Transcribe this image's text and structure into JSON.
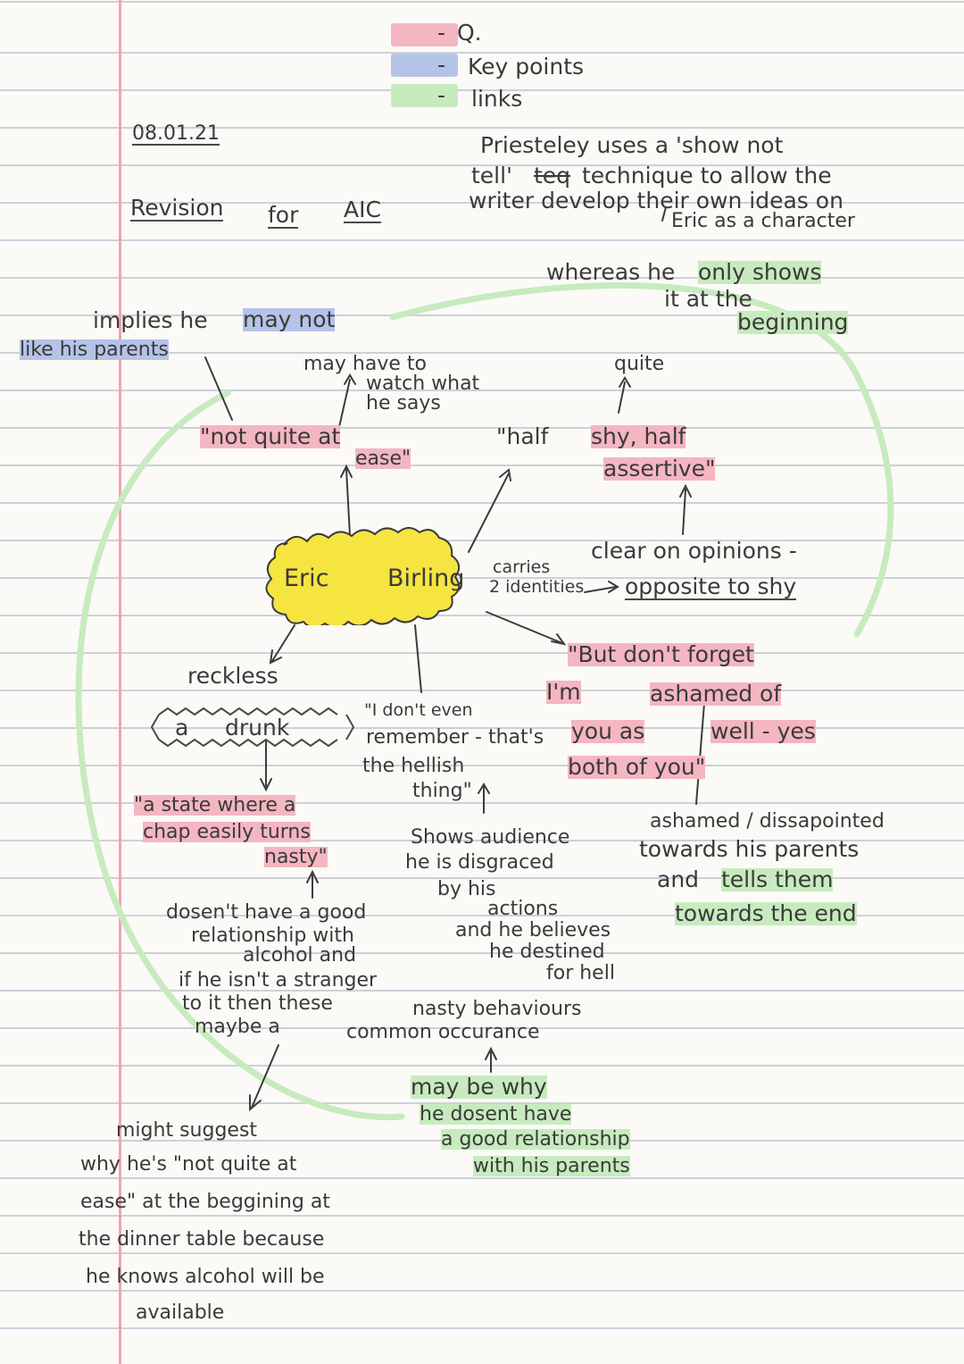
{
  "legend": {
    "items": [
      {
        "dash": "-",
        "label": "Q.",
        "color": "#f4b6c1"
      },
      {
        "dash": "-",
        "label": "Key points",
        "color": "#b6c3e8"
      },
      {
        "dash": "-",
        "label": "links",
        "color": "#c7ebbe"
      }
    ]
  },
  "header": {
    "date": "08.01.21",
    "title": "Revision",
    "title_for": "for",
    "title_topic": "AIC"
  },
  "top_note": {
    "line1": "Priesteley uses a 'show not",
    "line2_pre": "tell'",
    "line2_struck": "teq",
    "line2_post": "technique to allow the",
    "line3": "writer develop their own ideas on",
    "line4": "Eric as a character",
    "whereas_pre": "whereas he",
    "whereas_hl": "only shows",
    "line6": "it at the",
    "line7": "beginning"
  },
  "center": {
    "first": "Eric",
    "last": "Birling"
  },
  "left_note": {
    "implies": "implies he",
    "may_not": "may not",
    "like_parents": "like his parents"
  },
  "quotes": {
    "not_quite": "\"not quite at",
    "ease": "ease\"",
    "half": "\"half",
    "shy_half": "shy, half",
    "assertive": "assertive\"",
    "but_dont": "\"But don't forget",
    "im": "I'm",
    "ashamed_of": "ashamed of",
    "you_as": "you as",
    "well_yes": "well - yes",
    "both_of_you": "both of you\"",
    "dont_remember_1": "\"I don't even",
    "dont_remember_2": "remember - that's",
    "dont_remember_3": "the hellish",
    "dont_remember_4": "thing\"",
    "state_1": "\"a state where a",
    "state_2": "chap easily turns",
    "state_3": "nasty\""
  },
  "notes": {
    "may_have_to_1": "may have to",
    "may_have_to_2": "watch what",
    "may_have_to_3": "he says",
    "quite": "quite",
    "clear_on": "clear on opinions -",
    "opposite": "opposite to shy",
    "carries_1": "carries",
    "carries_2": "2 identities",
    "reckless": "reckless",
    "drunk_a": "a",
    "drunk_b": "drunk",
    "shows_1": "Shows audience",
    "shows_2": "he is disgraced",
    "shows_3": "by his",
    "shows_4": "actions",
    "shows_5": "and he believes",
    "shows_6": "he destined",
    "shows_7": "for hell",
    "ashamed_1": "ashamed / dissapointed",
    "ashamed_2": "towards his parents",
    "ashamed_3_pre": "and",
    "ashamed_3_hl": "tells them",
    "ashamed_4": "towards the end",
    "alcohol_1": "dosen't have a good",
    "alcohol_2": "relationship with",
    "alcohol_3": "alcohol and",
    "alcohol_4": "if he isn't a stranger",
    "alcohol_5": "to it then these",
    "alcohol_5b": "nasty behaviours",
    "alcohol_6": "maybe a",
    "alcohol_6b": "common occurance",
    "may_be_why_1": "may be why",
    "may_be_why_2": "he dosent have",
    "may_be_why_3": "a good relationship",
    "may_be_why_4": "with his parents",
    "suggest_1": "might suggest",
    "suggest_2": "why he's \"not quite at",
    "suggest_3": "ease\" at the beggining at",
    "suggest_4": "the dinner table because",
    "suggest_5": "he knows alcohol will be",
    "suggest_6": "available"
  }
}
